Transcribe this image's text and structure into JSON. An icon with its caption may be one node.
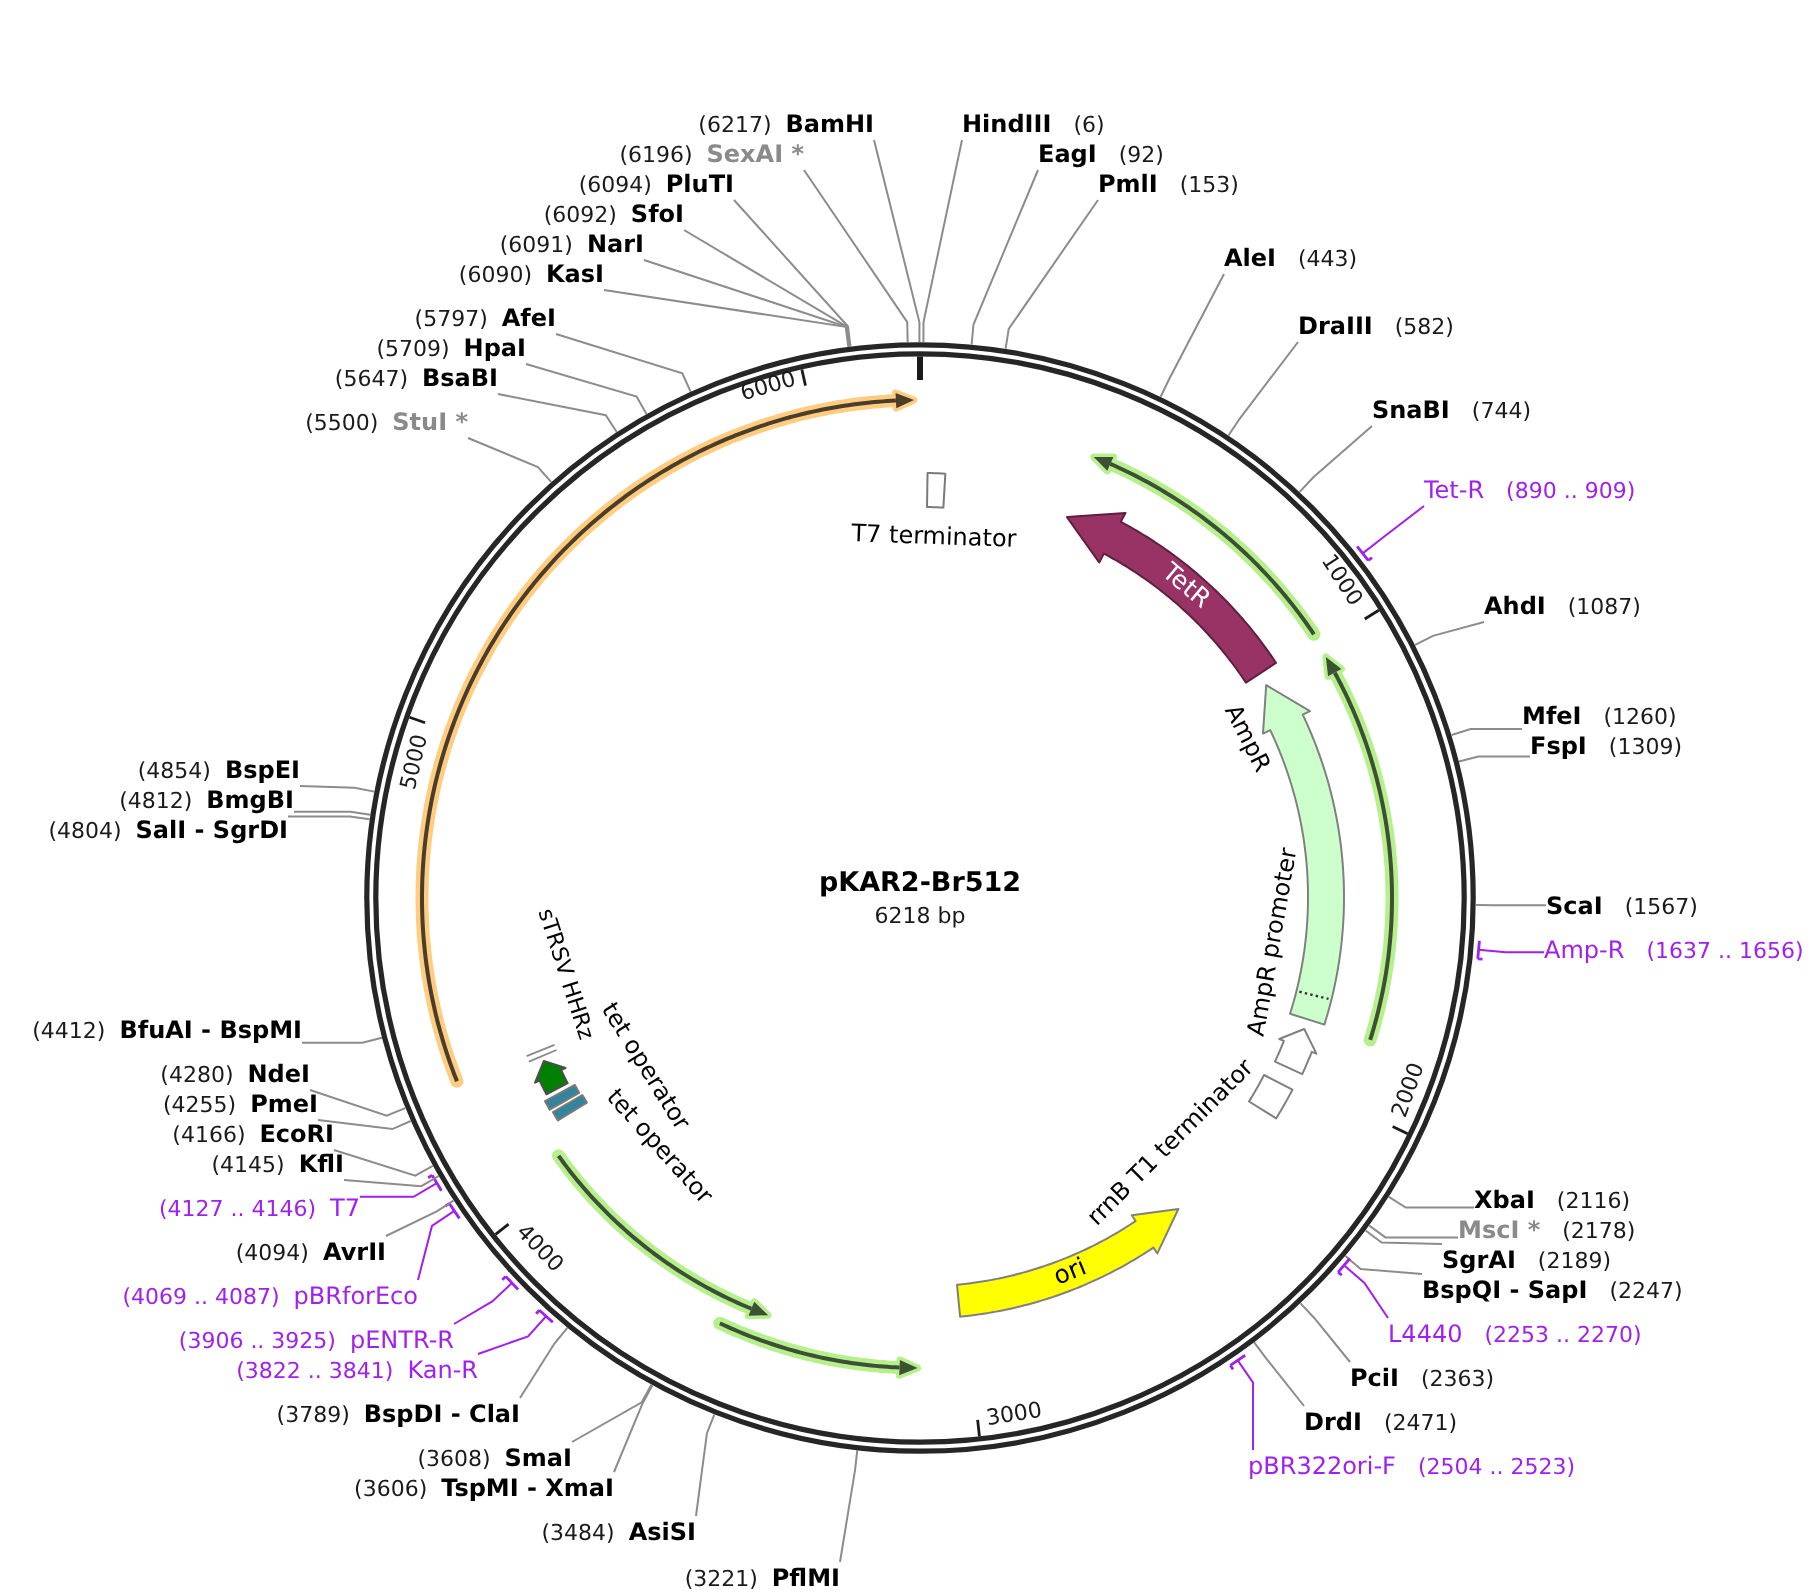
{
  "diagram": {
    "nodes": [
      {
        "text": [
          "pKAR2-Br512",
          "6218 bp"
        ]
      },
      {
        "text": [],
        "shape": "box",
        "beside": [
          "T7 terminator"
        ],
        "in": 0
      },
      {
        "text": [
          "TetR"
        ],
        "in": 0
      },
      {
        "text": [],
        "shape": "arrow",
        "beside": [
          "AmpR"
        ],
        "in": 0
      },
      {
        "text": [],
        "shape": "arrow",
        "beside": [
          "AmpR promoter"
        ],
        "in": 0
      },
      {
        "text": [],
        "shape": "box",
        "beside": [
          "rrnB T1 terminator"
        ],
        "in": 0
      },
      {
        "text": [
          "ori"
        ],
        "in": 0
      },
      {
        "text": [],
        "shape": "bar",
        "beside": [
          "tet operator"
        ],
        "in": 0
      },
      {
        "text": [],
        "shape": "bar",
        "beside": [
          "tet operator"
        ],
        "in": 0
      },
      {
        "text": [],
        "shape": "arrow",
        "beside": [
          "sTRSV HHRz"
        ],
        "in": 0
      },
      {
        "text": [
          "HindIII",
          "(6)"
        ]
      },
      {
        "text": [
          "EagI",
          "(92)"
        ]
      },
      {
        "text": [
          "PmlI",
          "(153)"
        ]
      },
      {
        "text": [
          "AleI",
          "(443)"
        ]
      },
      {
        "text": [
          "DraIII",
          "(582)"
        ]
      },
      {
        "text": [
          "SnaBI",
          "(744)"
        ]
      },
      {
        "text": [
          "Tet-R",
          "(890 .. 909)"
        ]
      },
      {
        "text": [
          "AhdI",
          "(1087)"
        ]
      },
      {
        "text": [
          "MfeI",
          "(1260)"
        ]
      },
      {
        "text": [
          "FspI",
          "(1309)"
        ]
      },
      {
        "text": [
          "ScaI",
          "(1567)"
        ]
      },
      {
        "text": [
          "Amp-R",
          "(1637 .. 1656)"
        ]
      },
      {
        "text": [
          "XbaI",
          "(2116)"
        ]
      },
      {
        "text": [
          "MscI *",
          "(2178)"
        ]
      },
      {
        "text": [
          "SgrAI",
          "(2189)"
        ]
      },
      {
        "text": [
          "BspQI - SapI",
          "(2247)"
        ]
      },
      {
        "text": [
          "L4440",
          "(2253 .. 2270)"
        ]
      },
      {
        "text": [
          "PciI",
          "(2363)"
        ]
      },
      {
        "text": [
          "DrdI",
          "(2471)"
        ]
      },
      {
        "text": [
          "pBR322ori-F",
          "(2504 .. 2523)"
        ]
      },
      {
        "text": [
          "(3221)",
          "PflMI"
        ]
      },
      {
        "text": [
          "(3484)",
          "AsiSI"
        ]
      },
      {
        "text": [
          "(3606)",
          "TspMI - XmaI"
        ]
      },
      {
        "text": [
          "(3608)",
          "SmaI"
        ]
      },
      {
        "text": [
          "(3789)",
          "BspDI - ClaI"
        ]
      },
      {
        "text": [
          "(3822 .. 3841)",
          "Kan-R"
        ]
      },
      {
        "text": [
          "(3906 .. 3925)",
          "pENTR-R"
        ]
      },
      {
        "text": [
          "(4069 .. 4087)",
          "pBRforEco"
        ]
      },
      {
        "text": [
          "(4094)",
          "AvrII"
        ]
      },
      {
        "text": [
          "(4127 .. 4146)",
          "T7"
        ]
      },
      {
        "text": [
          "(4145)",
          "KflI"
        ]
      },
      {
        "text": [
          "(4166)",
          "EcoRI"
        ]
      },
      {
        "text": [
          "(4255)",
          "PmeI"
        ]
      },
      {
        "text": [
          "(4280)",
          "NdeI"
        ]
      },
      {
        "text": [
          "(4412)",
          "BfuAI - BspMI"
        ]
      },
      {
        "text": [
          "(4804)",
          "SalI - SgrDI"
        ]
      },
      {
        "text": [
          "(4812)",
          "BmgBI"
        ]
      },
      {
        "text": [
          "(4854)",
          "BspEI"
        ]
      },
      {
        "text": [
          "(5500)",
          "StuI *"
        ]
      },
      {
        "text": [
          "(5647)",
          "BsaBI"
        ]
      },
      {
        "text": [
          "(5709)",
          "HpaI"
        ]
      },
      {
        "text": [
          "(5797)",
          "AfeI"
        ]
      },
      {
        "text": [
          "(6090)",
          "KasI"
        ]
      },
      {
        "text": [
          "(6091)",
          "NarI"
        ]
      },
      {
        "text": [
          "(6092)",
          "SfoI"
        ]
      },
      {
        "text": [
          "(6094)",
          "PluTI"
        ]
      },
      {
        "text": [
          "(6196)",
          "SexAI *"
        ]
      },
      {
        "text": [
          "(6217)",
          "BamHI"
        ]
      }
    ],
    "edges": [
      {
        "from": 10,
        "to": 0,
        "arrow": "none"
      },
      {
        "from": 11,
        "to": 0,
        "arrow": "none"
      },
      {
        "from": 12,
        "to": 0,
        "arrow": "none"
      },
      {
        "from": 13,
        "to": 0,
        "arrow": "none"
      },
      {
        "from": 14,
        "to": 0,
        "arrow": "none"
      },
      {
        "from": 15,
        "to": 0,
        "arrow": "none"
      },
      {
        "from": 16,
        "to": 0,
        "arrow": "other",
        "color": "#a020f0"
      },
      {
        "from": 17,
        "to": 0,
        "arrow": "none"
      },
      {
        "from": 18,
        "to": 0,
        "arrow": "none"
      },
      {
        "from": 19,
        "to": 0,
        "arrow": "none"
      },
      {
        "from": 20,
        "to": 0,
        "arrow": "none"
      },
      {
        "from": 21,
        "to": 0,
        "arrow": "other",
        "color": "#a020f0"
      },
      {
        "from": 22,
        "to": 0,
        "arrow": "none"
      },
      {
        "from": 23,
        "to": 0,
        "arrow": "none"
      },
      {
        "from": 24,
        "to": 0,
        "arrow": "none"
      },
      {
        "from": 25,
        "to": 0,
        "arrow": "none"
      },
      {
        "from": 26,
        "to": 0,
        "arrow": "other",
        "color": "#a020f0"
      },
      {
        "from": 27,
        "to": 0,
        "arrow": "none"
      },
      {
        "from": 28,
        "to": 0,
        "arrow": "none"
      },
      {
        "from": 29,
        "to": 0,
        "arrow": "other",
        "color": "#a020f0"
      },
      {
        "from": 30,
        "to": 0,
        "arrow": "none"
      },
      {
        "from": 31,
        "to": 0,
        "arrow": "none"
      },
      {
        "from": 32,
        "to": 0,
        "arrow": "none"
      },
      {
        "from": 33,
        "to": 0,
        "arrow": "none"
      },
      {
        "from": 34,
        "to": 0,
        "arrow": "none"
      },
      {
        "from": 35,
        "to": 0,
        "arrow": "other",
        "color": "#a020f0"
      },
      {
        "from": 36,
        "to": 0,
        "arrow": "other",
        "color": "#a020f0"
      },
      {
        "from": 37,
        "to": 0,
        "arrow": "other",
        "color": "#a020f0"
      },
      {
        "from": 38,
        "to": 0,
        "arrow": "none"
      },
      {
        "from": 39,
        "to": 0,
        "arrow": "other",
        "color": "#a020f0"
      },
      {
        "from": 40,
        "to": 0,
        "arrow": "none"
      },
      {
        "from": 41,
        "to": 0,
        "arrow": "none"
      },
      {
        "from": 42,
        "to": 0,
        "arrow": "none"
      },
      {
        "from": 43,
        "to": 0,
        "arrow": "none"
      },
      {
        "from": 44,
        "to": 0,
        "arrow": "none"
      },
      {
        "from": 45,
        "to": 0,
        "arrow": "none"
      },
      {
        "from": 46,
        "to": 0,
        "arrow": "none"
      },
      {
        "from": 47,
        "to": 0,
        "arrow": "none"
      },
      {
        "from": 48,
        "to": 0,
        "arrow": "none"
      },
      {
        "from": 49,
        "to": 0,
        "arrow": "none"
      },
      {
        "from": 50,
        "to": 0,
        "arrow": "none"
      },
      {
        "from": 51,
        "to": 0,
        "arrow": "none"
      },
      {
        "from": 52,
        "to": 0,
        "arrow": "none"
      },
      {
        "from": 53,
        "to": 0,
        "arrow": "none"
      },
      {
        "from": 54,
        "to": 0,
        "arrow": "none"
      },
      {
        "from": 55,
        "to": 0,
        "arrow": "none"
      },
      {
        "from": 56,
        "to": 0,
        "arrow": "none"
      },
      {
        "from": 57,
        "to": 0,
        "arrow": "none"
      }
    ],
    "labels": [
      "1000",
      "2000",
      "3000",
      "4000",
      "5000",
      "6000"
    ]
  }
}
